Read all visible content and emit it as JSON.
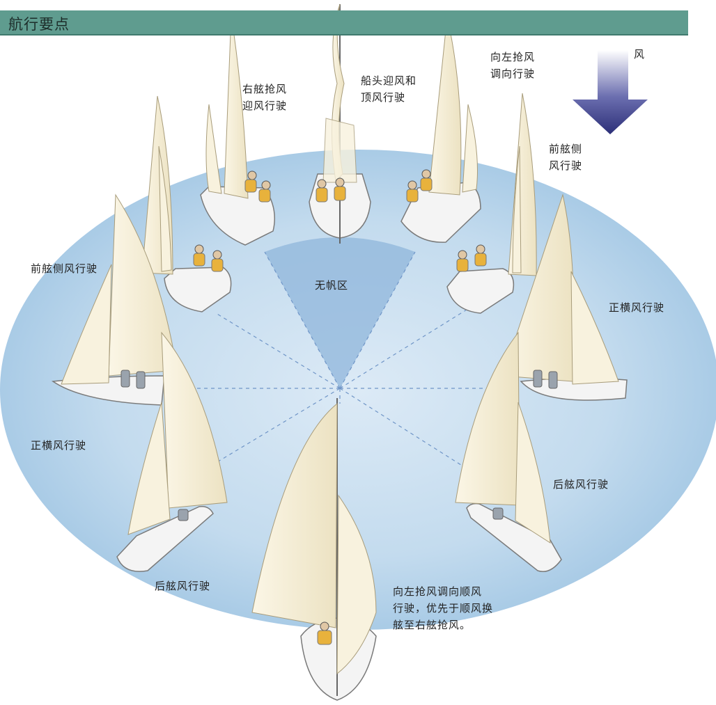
{
  "header": {
    "title": "航行要点"
  },
  "wind": {
    "label": "风",
    "arrow_color": "#3c3f86"
  },
  "zone": {
    "no_go_label": "无帆区"
  },
  "points_of_sail": [
    {
      "id": "close-hauled-starboard",
      "label": "右舷抢风\n迎风行驶"
    },
    {
      "id": "head-to-wind",
      "label": "船头迎风和\n顶风行驶"
    },
    {
      "id": "close-hauled-port",
      "label": "向左抢风\n调向行驶"
    },
    {
      "id": "close-reach-right",
      "label": "前舷侧\n风行驶"
    },
    {
      "id": "close-reach-left",
      "label": "前舷侧风行驶"
    },
    {
      "id": "beam-reach-right",
      "label": "正横风行驶"
    },
    {
      "id": "beam-reach-left",
      "label": "正横风行驶"
    },
    {
      "id": "broad-reach-right",
      "label": "后舷风行驶"
    },
    {
      "id": "broad-reach-left",
      "label": "后舷风行驶"
    },
    {
      "id": "running",
      "label": "向左抢风调向顺风\n行驶，优先于顺风换\n舷至右舷抢风。"
    }
  ],
  "colors": {
    "water": "#bcd8ec",
    "water_edge": "#e8f2fa",
    "no_go_zone": "#8fb6db",
    "sail": "#f6efd9",
    "hull": "#f4f4f4",
    "crew_vest": "#e8b23c",
    "header": "#5f9c8f"
  }
}
